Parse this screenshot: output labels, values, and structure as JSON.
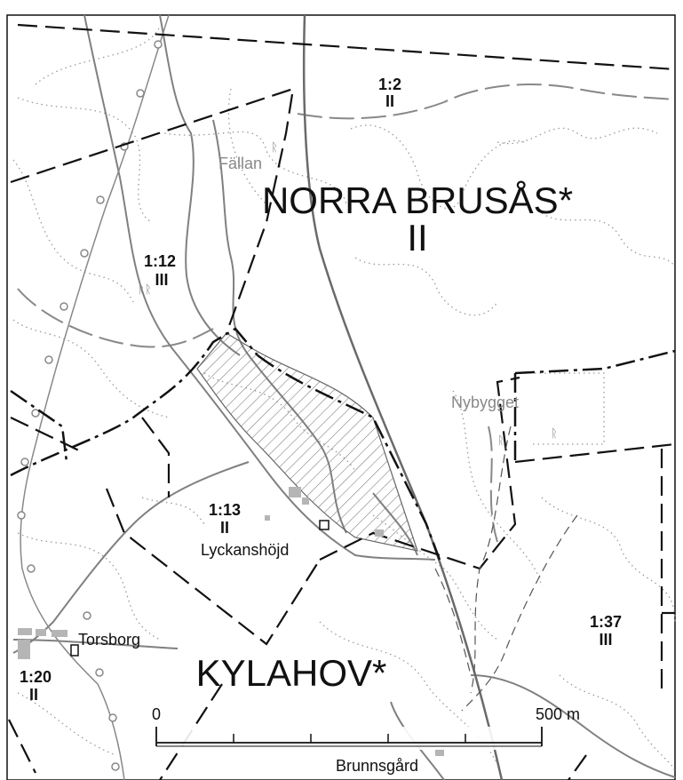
{
  "map": {
    "areas": [
      {
        "name": "NORRA BRUSÅS*",
        "class": "II"
      },
      {
        "name": "KYLAHOV*",
        "class": ""
      }
    ],
    "parcels": [
      {
        "id": "1:2",
        "class": "II"
      },
      {
        "id": "1:12",
        "class": "III"
      },
      {
        "id": "1:13",
        "class": "II"
      },
      {
        "id": "1:37",
        "class": "III"
      },
      {
        "id": "1:20",
        "class": "II"
      }
    ],
    "places": [
      {
        "name": "Fällan",
        "color": "#888888"
      },
      {
        "name": "Nybygget",
        "color": "#888888"
      },
      {
        "name": "Lyckanshöjd",
        "color": "#111111"
      },
      {
        "name": "Torsborg",
        "color": "#111111"
      },
      {
        "name": "Brunnsgård",
        "color": "#111111"
      }
    ],
    "scale_bar": {
      "start_label": "0",
      "end_label": "500 m"
    },
    "colors": {
      "road": "#808080",
      "boundary": "#111111",
      "contour": "#9a9a9a",
      "hatch": "#777777"
    }
  }
}
